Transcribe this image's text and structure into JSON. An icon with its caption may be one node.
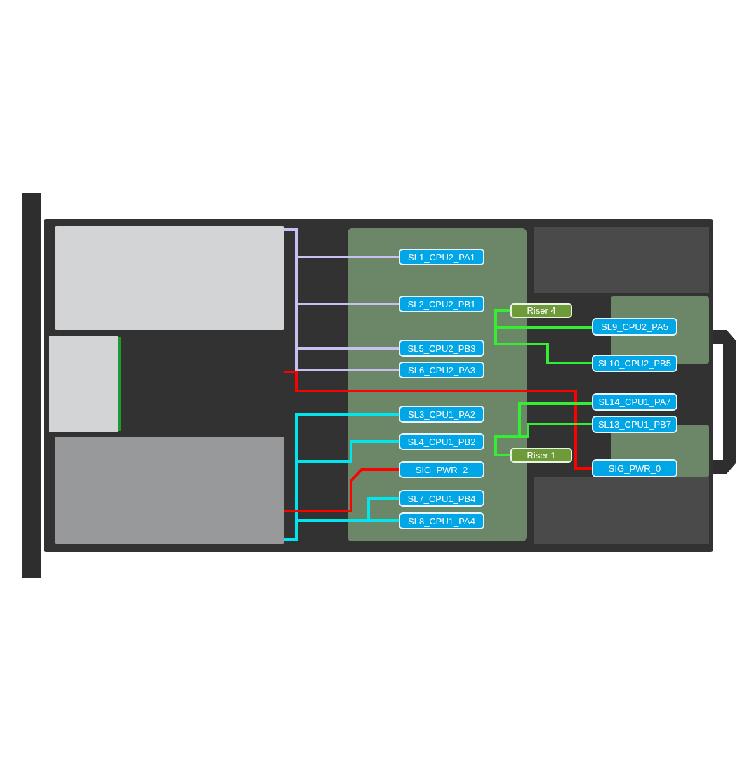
{
  "diagram": {
    "nodes": [
      {
        "text": [],
        "shape": "box"
      },
      {
        "text": [],
        "shape": "box"
      },
      {
        "text": [
          "SL1_CPU2_PA1"
        ]
      },
      {
        "text": [
          "SL2_CPU2_PB1"
        ]
      },
      {
        "text": [
          "SL5_CPU2_PB3"
        ]
      },
      {
        "text": [
          "SL6_CPU2_PA3"
        ]
      },
      {
        "text": [
          "SL3_CPU1_PA2"
        ]
      },
      {
        "text": [
          "SL4_CPU1_PB2"
        ]
      },
      {
        "text": [
          "SIG_PWR_2"
        ]
      },
      {
        "text": [
          "SL7_CPU1_PB4"
        ]
      },
      {
        "text": [
          "SL8_CPU1_PA4"
        ]
      },
      {
        "text": [
          "Riser 4"
        ]
      },
      {
        "text": [
          "SL9_CPU2_PA5"
        ]
      },
      {
        "text": [
          "SL10_CPU2_PB5"
        ]
      },
      {
        "text": [
          "SL14_CPU1_PA7"
        ]
      },
      {
        "text": [
          "SL13_CPU1_PB7"
        ]
      },
      {
        "text": [
          "Riser 1"
        ]
      },
      {
        "text": [
          "SIG_PWR_0"
        ]
      }
    ],
    "edges": [
      {
        "from": 0,
        "to": 2,
        "arrow": "none",
        "color": "#c8c0f0"
      },
      {
        "from": 0,
        "to": 3,
        "arrow": "none",
        "color": "#c8c0f0"
      },
      {
        "from": 0,
        "to": 4,
        "arrow": "none",
        "color": "#c8c0f0"
      },
      {
        "from": 0,
        "to": 5,
        "arrow": "none",
        "color": "#c8c0f0"
      },
      {
        "from": 1,
        "to": 6,
        "arrow": "none",
        "color": "#00e5ee"
      },
      {
        "from": 1,
        "to": 7,
        "arrow": "none",
        "color": "#00e5ee"
      },
      {
        "from": 1,
        "to": 9,
        "arrow": "none",
        "color": "#00e5ee"
      },
      {
        "from": 1,
        "to": 10,
        "arrow": "none",
        "color": "#00e5ee"
      },
      {
        "from": 0,
        "to": 17,
        "arrow": "none",
        "color": "#ff0000"
      },
      {
        "from": 1,
        "to": 8,
        "arrow": "none",
        "color": "#ff0000"
      },
      {
        "from": 11,
        "to": 12,
        "arrow": "none",
        "color": "#33ee33"
      },
      {
        "from": 11,
        "to": 13,
        "arrow": "none",
        "color": "#33ee33"
      },
      {
        "from": 16,
        "to": 14,
        "arrow": "none",
        "color": "#33ee33"
      },
      {
        "from": 16,
        "to": 15,
        "arrow": "none",
        "color": "#33ee33"
      }
    ]
  }
}
